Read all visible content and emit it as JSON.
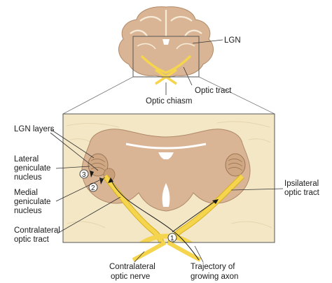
{
  "labels": {
    "lgn": "LGN",
    "optic_tract": "Optic tract",
    "optic_chiasm": "Optic chiasm",
    "lgn_layers": "LGN layers",
    "lateral_geniculate_line1": "Lateral",
    "lateral_geniculate_line2": "geniculate",
    "lateral_geniculate_line3": "nucleus",
    "medial_geniculate_line1": "Medial",
    "medial_geniculate_line2": "geniculate",
    "medial_geniculate_line3": "nucleus",
    "contralateral_tract_line1": "Contralateral",
    "contralateral_tract_line2": "optic tract",
    "ipsilateral_tract_line1": "Ipsilateral",
    "ipsilateral_tract_line2": "optic tract",
    "contralateral_nerve_line1": "Contralateral",
    "contralateral_nerve_line2": "optic nerve",
    "trajectory_line1": "Trajectory of",
    "trajectory_line2": "growing axon"
  },
  "markers": {
    "step1": "1",
    "step2": "2",
    "step3": "3"
  },
  "colors": {
    "brain_tissue": "#d9b596",
    "brain_outline": "#b08a68",
    "meninges": "#f3e7c6",
    "optic_pathway": "#f5d44e",
    "optic_pathway_edge": "#d8b21f",
    "ventricle": "#ffffff",
    "zoom_frame": "#555555"
  }
}
